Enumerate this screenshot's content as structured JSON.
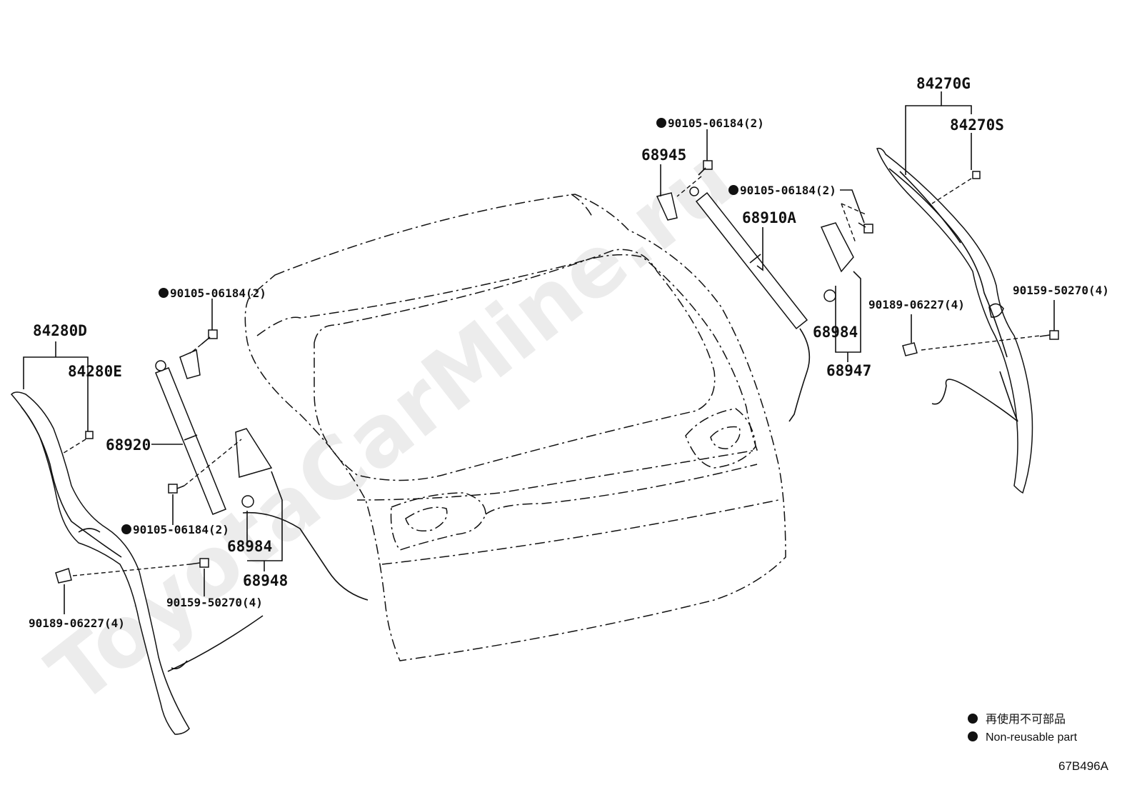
{
  "watermark": "ToyotaCarMine.ru",
  "labels": {
    "p84270G": "84270G",
    "p84270S": "84270S",
    "p84280D": "84280D",
    "p84280E": "84280E",
    "p68945": "68945",
    "p68910A": "68910A",
    "p68920": "68920",
    "p68984_right": "68984",
    "p68947": "68947",
    "p68984_left": "68984",
    "p68948": "68948",
    "bolt_top": "90105-06184(2)",
    "bolt_right": "90105-06184(2)",
    "bolt_left_upper": "90105-06184(2)",
    "bolt_left_lower": "90105-06184(2)",
    "clip_right": "90189-06227(4)",
    "screw_right": "90159-50270(4)",
    "clip_left": "90189-06227(4)",
    "screw_left": "90159-50270(4)"
  },
  "legend": {
    "jp": "再使用不可部品",
    "en": "Non-reusable part"
  },
  "diagram_ref": "67B496A"
}
